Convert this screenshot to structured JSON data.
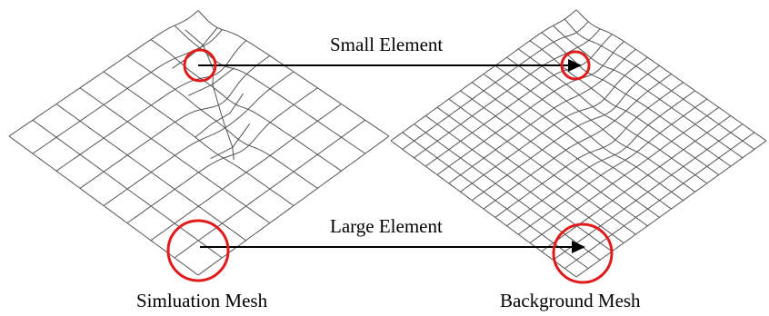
{
  "figure": {
    "labels": {
      "small_element": "Small Element",
      "large_element": "Large Element",
      "left_caption": "Simluation Mesh",
      "right_caption": "Background Mesh"
    },
    "colors": {
      "mesh": "#555555",
      "circle": "#e01b1b",
      "arrow": "#000000"
    },
    "meshes": [
      {
        "name": "simulation-mesh",
        "grid_divisions": 8
      },
      {
        "name": "background-mesh",
        "grid_divisions": 16
      }
    ]
  }
}
